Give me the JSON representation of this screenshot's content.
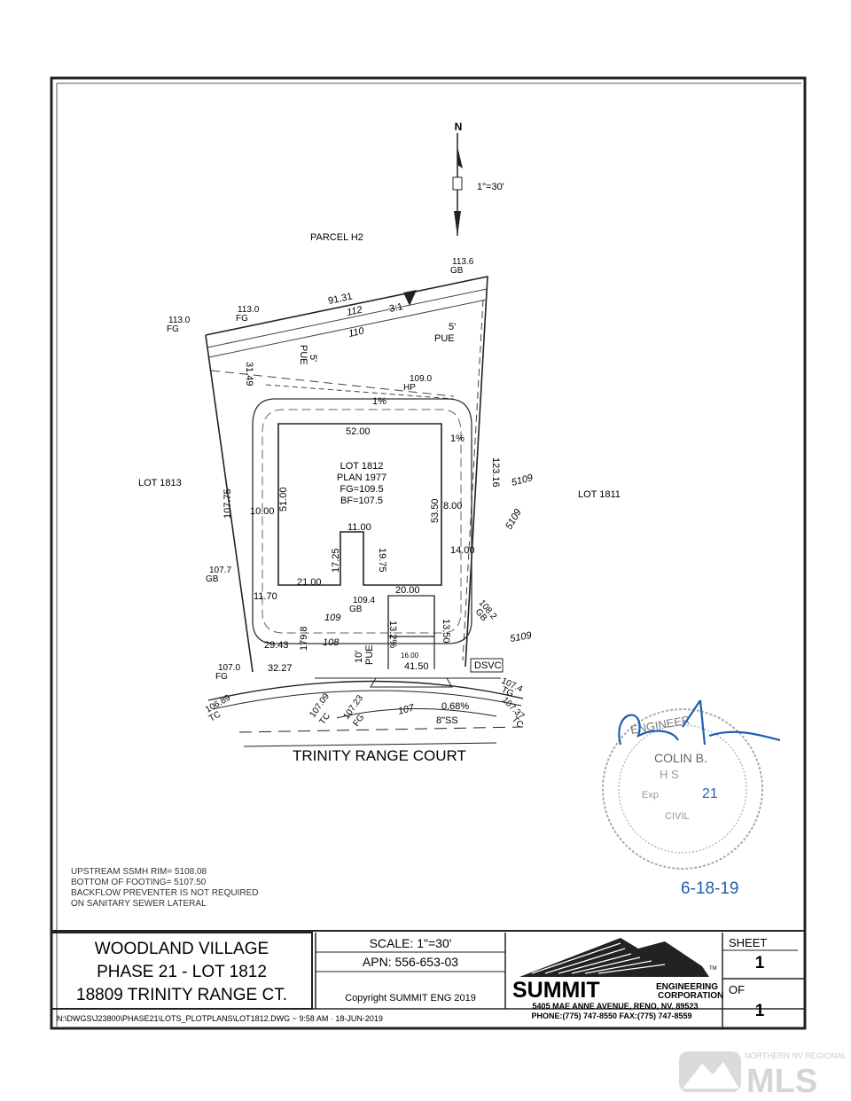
{
  "plan": {
    "north": "N",
    "scale_note": "1\"=30'",
    "parcel_north": "PARCEL H2",
    "lot_west": "LOT 1813",
    "lot_east": "LOT 1811",
    "street": "TRINITY RANGE COURT",
    "house": {
      "lot": "LOT 1812",
      "plan": "PLAN 1977",
      "fg": "FG=109.5",
      "bf": "BF=107.5"
    },
    "dims": {
      "d_91_31": "91.31",
      "d_112": "112",
      "d_3to1": "3:1",
      "d_110": "110",
      "d_5pue_r": "5'",
      "pue_r": "PUE",
      "d_5pue_l": "5'",
      "pue_l": "PUE",
      "d_31_49": "31.49",
      "d_1pct_top": "1%",
      "d_52": "52.00",
      "d_1pct_right": "1%",
      "d_123_16": "123.16",
      "d_5109_a": "5109",
      "d_5109_b": "5109",
      "d_5109_c": "5109",
      "d_107_75": "107.75",
      "d_51": "51.00",
      "d_10": "10.00",
      "d_53_5": "53.50",
      "d_8": "8.00",
      "d_11": "11.00",
      "d_17_25": "17.25",
      "d_19_75": "19.75",
      "d_14": "14.00",
      "d_21": "21.00",
      "d_20": "20.00",
      "d_11_70": "11.70",
      "d_109": "109",
      "d_108": "108",
      "d_29_43": "29.43",
      "d_13_2pct": "13.2%",
      "d_10pue": "10'",
      "pue_b": "PUE",
      "d_16": "16.00",
      "d_13_50": "13.50",
      "d_41_5": "41.50",
      "d_dsvc": "DSVC",
      "d_32_27": "32.27",
      "d_179_8": "179.8",
      "d_107": "107",
      "d_0_68": "0.68%",
      "d_8ss": "8\"SS"
    },
    "elevations": {
      "e_113_6": "113.6",
      "e_113_6_t": "GB",
      "e_113_0a": "113.0",
      "e_113_0a_t": "FG",
      "e_113_0b": "113.0",
      "e_113_0b_t": "FG",
      "e_109_0": "109.0",
      "e_109_0_t": "HP",
      "e_107_7": "107.7",
      "e_107_7_t": "GB",
      "e_108_2": "108.2",
      "e_108_2_t": "GB",
      "e_109_4": "109.4",
      "e_109_4_t": "GB",
      "e_107_0": "107.0",
      "e_107_0_t": "FG",
      "e_107_4": "107.4",
      "e_107_4_t": "TG",
      "e_107_37": "107.37",
      "e_107_37_t": "TC",
      "e_106_89": "106.89",
      "e_106_89_t": "TC",
      "e_107_09": "107.09",
      "e_107_09_t": "TC",
      "e_107_23": "107.23",
      "e_107_23_t": "FG"
    },
    "notes": [
      "UPSTREAM SSMH RIM= 5108.08",
      "BOTTOM OF FOOTING= 5107.50",
      "BACKFLOW PREVENTER IS NOT REQUIRED",
      "ON SANITARY SEWER LATERAL"
    ]
  },
  "stamp": {
    "arc_text": "ENGINEER",
    "name": "COLIN B.",
    "name2": "H S",
    "exp": "Exp",
    "exp_num": "21",
    "type": "CIVIL",
    "signature": "Colin Hayes",
    "date": "6-18-19",
    "ink_color": "#1f5fae",
    "stamp_color": "#9a9a9a"
  },
  "title_block": {
    "project_line1": "WOODLAND VILLAGE",
    "project_line2": "PHASE 21 - LOT 1812",
    "project_line3": "18809 TRINITY RANGE CT.",
    "scale": "SCALE:  1\"=30'",
    "apn": "APN:  556-653-03",
    "copyright": "Copyright  SUMMIT ENG 2019",
    "company": "SUMMIT",
    "company_sub1": "ENGINEERING",
    "company_sub2": "CORPORATION",
    "address": "5405 MAE ANNE AVENUE, RENO, NV. 89523",
    "phone": "PHONE:(775) 747-8550 FAX:(775) 747-8559",
    "tm": "TM",
    "sheet_label": "SHEET",
    "sheet_num": "1",
    "of_label": "OF",
    "of_num": "1",
    "file_path": "N:\\DWGS\\J23800\\PHASE21\\LOTS_PLOTPLANS\\LOT1812.DWG ~ 9:58 AM · 18-JUN-2019"
  },
  "watermark": {
    "top": "NORTHERN NV REGIONAL",
    "brand": "MLS"
  }
}
